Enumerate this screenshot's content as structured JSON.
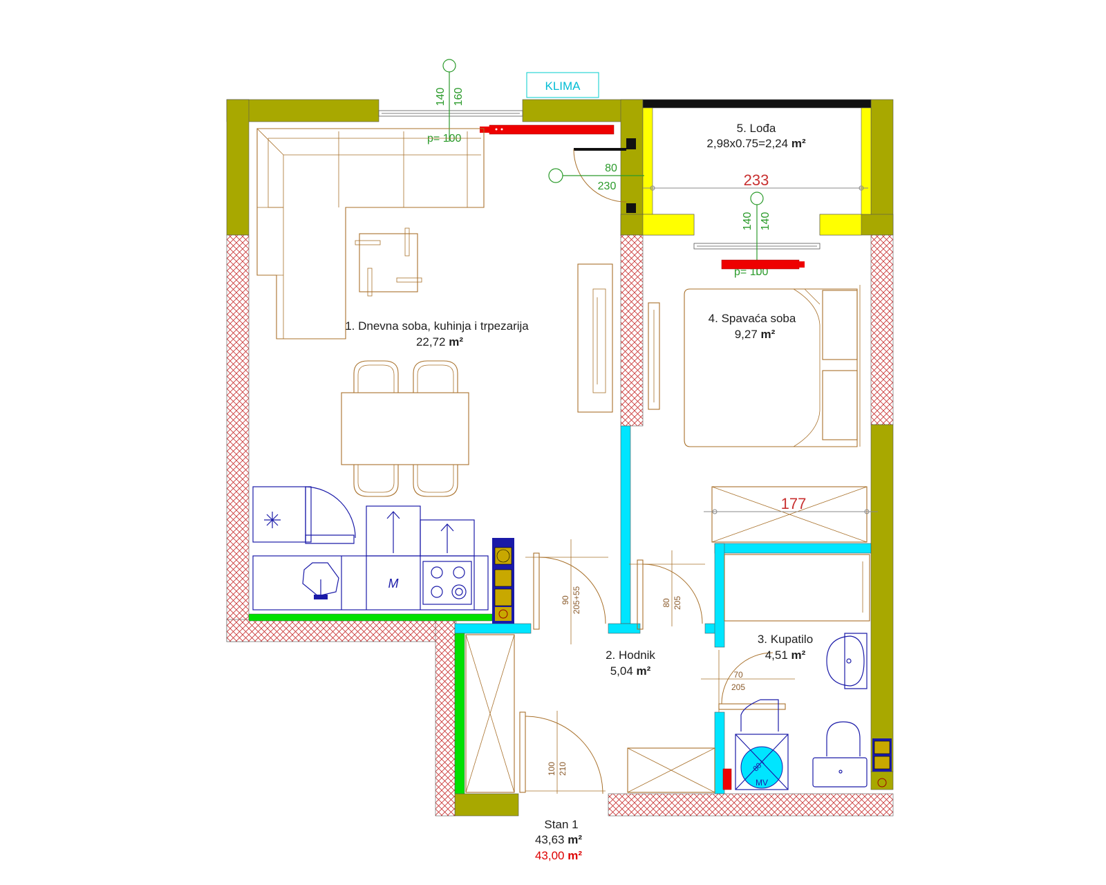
{
  "labels": {
    "klima": "KLIMA",
    "window_top_h1": "140",
    "window_top_h2": "160",
    "parapet_top": "p= 100",
    "door_balcony_w": "80",
    "door_balcony_h": "230",
    "window_bed_h1": "140",
    "window_bed_h2": "140",
    "parapet_bed": "p= 100",
    "balcony_span": "233",
    "wardrobe_span": "177",
    "door_bedroom_w": "90",
    "door_bedroom_h": "205+55",
    "door_hall_w": "80",
    "door_hall_h": "205",
    "door_bath_w": "70",
    "door_bath_h": "205",
    "door_entry_w": "100",
    "door_entry_h": "210",
    "stove_m": "M",
    "boiler": "MV",
    "boiler_sub": "80 l"
  },
  "rooms": {
    "living": {
      "name": "1. Dnevna soba, kuhinja i trpezarija",
      "area": "22,72",
      "unit": "m²"
    },
    "hall": {
      "name": "2. Hodnik",
      "area": "5,04",
      "unit": "m²"
    },
    "bath": {
      "name": "3. Kupatilo",
      "area": "4,51",
      "unit": "m²"
    },
    "bedroom": {
      "name": "4. Spavaća soba",
      "area": "9,27",
      "unit": "m²"
    },
    "loggia": {
      "name": "5. Lođa",
      "area": "2,98x0.75=2,24",
      "unit": "m²"
    }
  },
  "apartment": {
    "name": "Stan 1",
    "area_net": "43,63",
    "area_gross": "43,00",
    "unit": "m²"
  },
  "colors": {
    "wall_olive": "#a8a800",
    "loggia_yellow": "#ffff00",
    "partition_cyan": "#00e5ff",
    "insulation_green": "#00e000",
    "hatch_red": "#c83030",
    "radiator_red": "#ee0000",
    "furniture_brown": "#a8702a",
    "appliance_blue": "#1a1aa8"
  }
}
